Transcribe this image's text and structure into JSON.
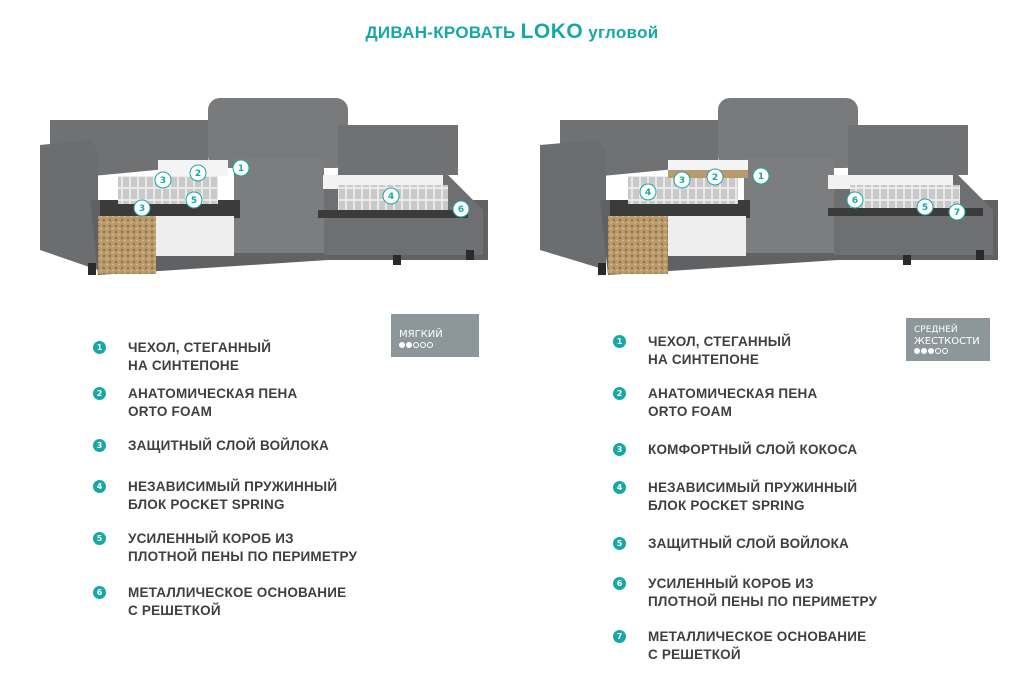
{
  "title": {
    "prefix": "ДИВАН-КРОВАТЬ",
    "brand": "LOKO",
    "suffix": "угловой"
  },
  "left_sofa": {
    "badge": {
      "label": "МЯГКИЙ",
      "level": 2,
      "total": 5
    },
    "markers": [
      "1",
      "2",
      "3",
      "3",
      "4",
      "5",
      "6"
    ],
    "legend": [
      {
        "num": "1",
        "lines": [
          "ЧЕХОЛ, СТЕГАННЫЙ",
          "НА СИНТЕПОНЕ"
        ]
      },
      {
        "num": "2",
        "lines": [
          "АНАТОМИЧЕСКАЯ ПЕНА",
          "ORTO FOAM"
        ]
      },
      {
        "num": "3",
        "lines": [
          "ЗАЩИТНЫЙ СЛОЙ ВОЙЛОКА"
        ]
      },
      {
        "num": "4",
        "lines": [
          "НЕЗАВИСИМЫЙ ПРУЖИННЫЙ",
          "БЛОК POCKET SPRING"
        ]
      },
      {
        "num": "5",
        "lines": [
          "УСИЛЕННЫЙ КОРОБ ИЗ",
          "ПЛОТНОЙ ПЕНЫ ПО ПЕРИМЕТРУ"
        ]
      },
      {
        "num": "6",
        "lines": [
          "МЕТАЛЛИЧЕСКОЕ ОСНОВАНИЕ",
          "С РЕШЕТКОЙ"
        ]
      }
    ]
  },
  "right_sofa": {
    "badge": {
      "label_top": "СРЕДНЕЙ",
      "label": "ЖЕСТКОСТИ",
      "level": 3,
      "total": 5
    },
    "markers": [
      "1",
      "2",
      "3",
      "4",
      "5",
      "6",
      "7"
    ],
    "legend": [
      {
        "num": "1",
        "lines": [
          "ЧЕХОЛ, СТЕГАННЫЙ",
          "НА СИНТЕПОНЕ"
        ]
      },
      {
        "num": "2",
        "lines": [
          "АНАТОМИЧЕСКАЯ ПЕНА",
          "ORTO FOAM"
        ]
      },
      {
        "num": "3",
        "lines": [
          "КОМФОРТНЫЙ СЛОЙ КОКОСА"
        ]
      },
      {
        "num": "4",
        "lines": [
          "НЕЗАВИСИМЫЙ ПРУЖИННЫЙ",
          "БЛОК POCKET SPRING"
        ]
      },
      {
        "num": "5",
        "lines": [
          "ЗАЩИТНЫЙ СЛОЙ ВОЙЛОКА"
        ]
      },
      {
        "num": "6",
        "lines": [
          "УСИЛЕННЫЙ КОРОБ ИЗ",
          "ПЛОТНОЙ ПЕНЫ ПО ПЕРИМЕТРУ"
        ]
      },
      {
        "num": "7",
        "lines": [
          "МЕТАЛЛИЧЕСКОЕ ОСНОВАНИЕ",
          "С РЕШЕТКОЙ"
        ]
      }
    ]
  },
  "colors": {
    "accent": "#16a8a6",
    "upholstery": "#6b6d6f",
    "badge": "#8d969b"
  }
}
